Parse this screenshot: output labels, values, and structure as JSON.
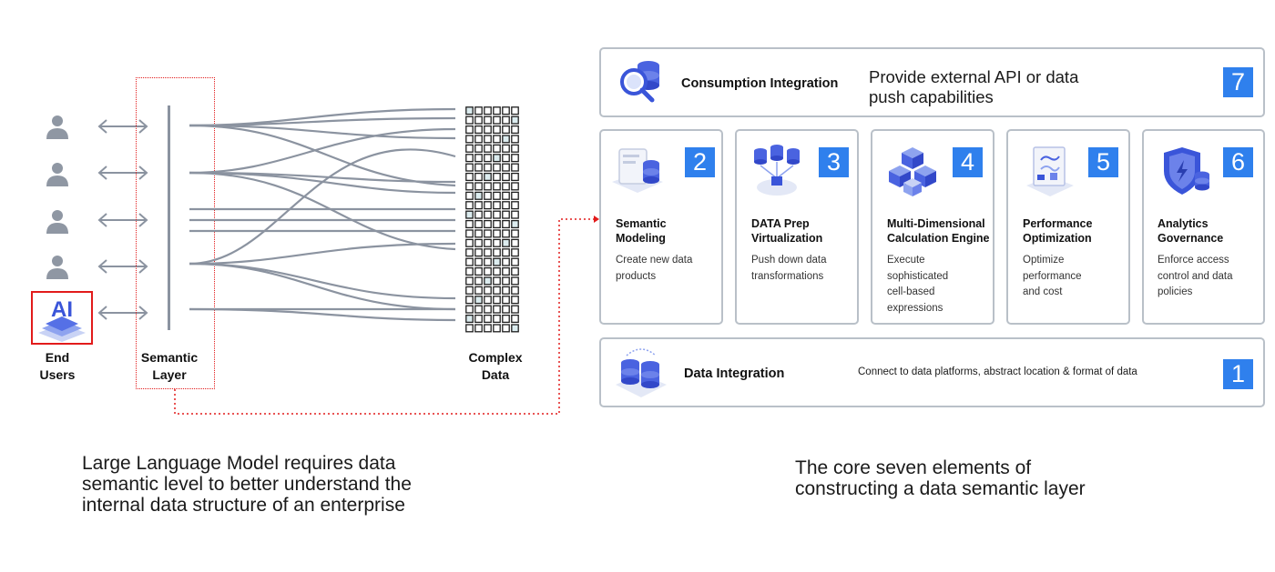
{
  "left": {
    "end_users_label_1": "End",
    "end_users_label_2": "Users",
    "semantic_label_1": "Semantic",
    "semantic_label_2": "Layer",
    "complex_label_1": "Complex",
    "complex_label_2": "Data",
    "ai_logo_text": "AI",
    "caption_lines": [
      "Large Language Model requires data",
      "semantic level to better understand the",
      "internal data structure of an enterprise"
    ]
  },
  "right": {
    "consumption": {
      "title": "Consumption Integration",
      "desc_1": "Provide external API or data",
      "desc_2": "push capabilities",
      "number": "7"
    },
    "cards": [
      {
        "number": "2",
        "title_1": "Semantic",
        "title_2": "Modeling",
        "desc": [
          "Create new data",
          "products"
        ],
        "icon": "semantic-modeling-icon"
      },
      {
        "number": "3",
        "title_1": "DATA Prep",
        "title_2": "Virtualization",
        "desc": [
          "Push down data",
          "transformations"
        ],
        "icon": "data-prep-icon"
      },
      {
        "number": "4",
        "title_1": "Multi-Dimensional",
        "title_2": "Calculation Engine",
        "desc": [
          "Execute",
          "sophisticated",
          "cell-based",
          "expressions"
        ],
        "icon": "cubes-icon"
      },
      {
        "number": "5",
        "title_1": "Performance",
        "title_2": "Optimization",
        "desc": [
          "Optimize",
          "performance",
          "and cost"
        ],
        "icon": "performance-icon"
      },
      {
        "number": "6",
        "title_1": "Analytics",
        "title_2": "Governance",
        "desc": [
          "Enforce access",
          "control and data",
          "policies"
        ],
        "icon": "shield-icon"
      }
    ],
    "data_integration": {
      "title": "Data Integration",
      "desc": "Connect to data platforms, abstract location & format of data",
      "number": "1"
    },
    "caption_lines": [
      "The core seven elements of",
      "constructing a data semantic layer"
    ]
  },
  "colors": {
    "accent_blue": "#2f80ed",
    "border_gray": "#b9c0c8",
    "wire_gray": "#8b93a0",
    "highlight_red": "#e21b1b"
  }
}
